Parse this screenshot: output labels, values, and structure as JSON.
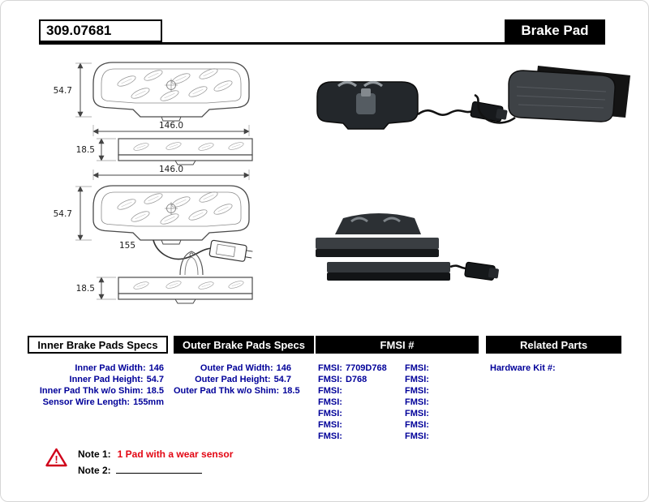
{
  "header": {
    "part_number": "309.07681",
    "product_type": "Brake Pad"
  },
  "diagram": {
    "pad1": {
      "height": "54.7",
      "width": "146.0",
      "thickness": "18.5"
    },
    "pad2": {
      "width": "146.0",
      "height": "54.7",
      "wire_length": "155",
      "thickness": "18.5"
    }
  },
  "spec_columns": {
    "inner": {
      "title": "Inner Brake Pads Specs",
      "rows": [
        {
          "label": "Inner Pad Width:",
          "value": "146"
        },
        {
          "label": "Inner Pad Height:",
          "value": "54.7"
        },
        {
          "label": "Inner Pad Thk w/o Shim:",
          "value": "18.5"
        },
        {
          "label": "Sensor Wire Length:",
          "value": "155mm"
        }
      ]
    },
    "outer": {
      "title": "Outer Brake Pads Specs",
      "rows": [
        {
          "label": "Outer Pad Width:",
          "value": "146"
        },
        {
          "label": "Outer Pad Height:",
          "value": "54.7"
        },
        {
          "label": "Outer Pad Thk w/o Shim:",
          "value": "18.5"
        }
      ]
    },
    "fmsi": {
      "title": "FMSI #",
      "rows": [
        {
          "l_label": "FMSI:",
          "l_value": "7709D768",
          "r_label": "FMSI:",
          "r_value": ""
        },
        {
          "l_label": "FMSI:",
          "l_value": "D768",
          "r_label": "FMSI:",
          "r_value": ""
        },
        {
          "l_label": "FMSI:",
          "l_value": "",
          "r_label": "FMSI:",
          "r_value": ""
        },
        {
          "l_label": "FMSI:",
          "l_value": "",
          "r_label": "FMSI:",
          "r_value": ""
        },
        {
          "l_label": "FMSI:",
          "l_value": "",
          "r_label": "FMSI:",
          "r_value": ""
        },
        {
          "l_label": "FMSI:",
          "l_value": "",
          "r_label": "FMSI:",
          "r_value": ""
        },
        {
          "l_label": "FMSI:",
          "l_value": "",
          "r_label": "FMSI:",
          "r_value": ""
        }
      ]
    },
    "related": {
      "title": "Related Parts",
      "rows": [
        {
          "label": "Hardware Kit #:",
          "value": ""
        }
      ]
    }
  },
  "notes": {
    "warning_glyph": "!",
    "note1_label": "Note 1:",
    "note1_text": "1 Pad with a wear sensor",
    "note2_label": "Note 2:"
  },
  "colors": {
    "spec_text": "#000099",
    "note_red": "#e30613",
    "header_bar": "#000000"
  }
}
